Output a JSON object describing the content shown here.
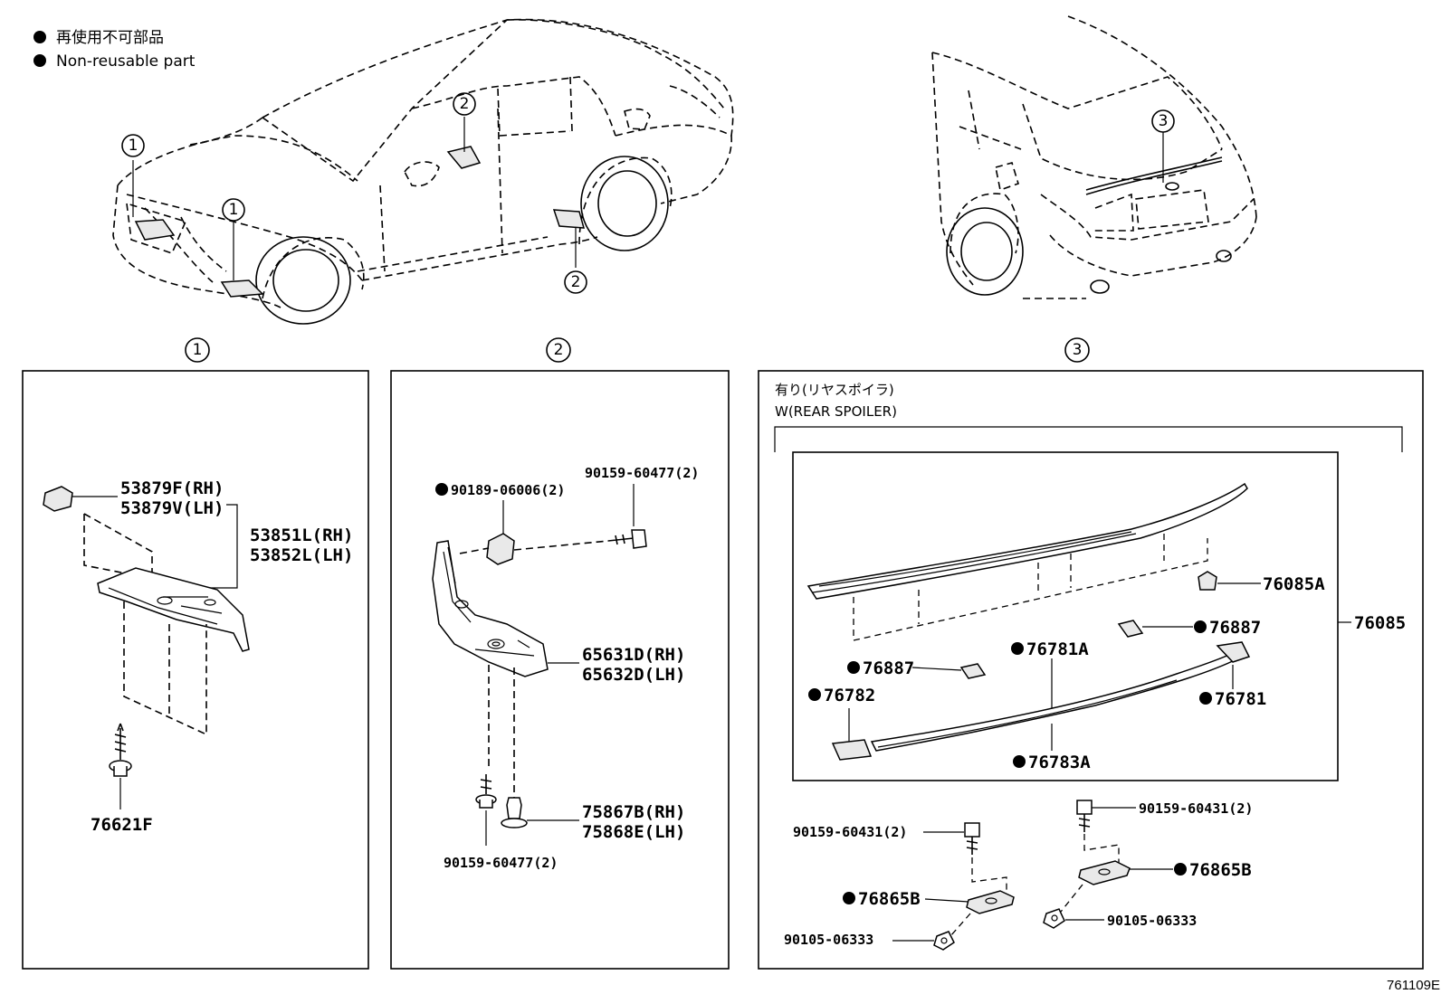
{
  "legend": {
    "jp": "再使用不可部品",
    "en": "Non-reusable part"
  },
  "callouts": {
    "c1": "1",
    "c2": "2",
    "c3": "3"
  },
  "panel1": {
    "label": "1",
    "parts": {
      "p53879F": "53879F(RH)",
      "p53879V": "53879V(LH)",
      "p53851L": "53851L(RH)",
      "p53852L": "53852L(LH)",
      "p76621F": "76621F"
    }
  },
  "panel2": {
    "label": "2",
    "parts": {
      "p90189": "90189-06006(2)",
      "p90159top": "90159-60477(2)",
      "p65631D": "65631D(RH)",
      "p65632D": "65632D(LH)",
      "p75867B": "75867B(RH)",
      "p75868E": "75868E(LH)",
      "p90159bot": "90159-60477(2)"
    }
  },
  "panel3": {
    "label": "3",
    "note_jp": "有り(リヤスポイラ)",
    "note_en": "W(REAR SPOILER)",
    "parts": {
      "p76085A": "76085A",
      "p76085": "76085",
      "p76887a": "76887",
      "p76887b": "76887",
      "p76781A": "76781A",
      "p76782": "76782",
      "p76781": "76781",
      "p76783A": "76783A",
      "p90159a": "90159-60431(2)",
      "p90159b": "90159-60431(2)",
      "p76865Ba": "76865B",
      "p76865Bb": "76865B",
      "p90105a": "90105-06333",
      "p90105b": "90105-06333"
    }
  },
  "figure_id": "761109E"
}
